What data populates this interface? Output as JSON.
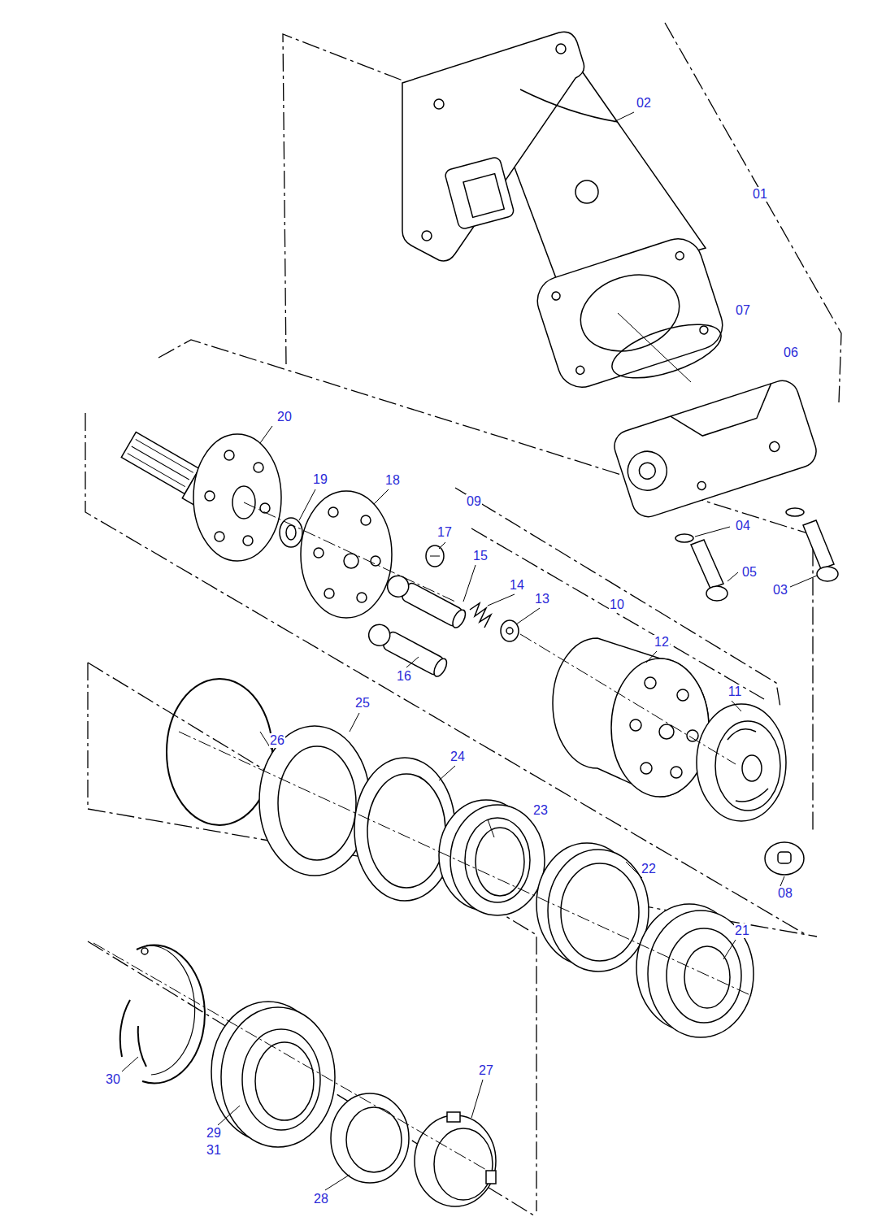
{
  "diagram": {
    "labels": [
      "02",
      "01",
      "07",
      "06",
      "20",
      "19",
      "18",
      "09",
      "17",
      "15",
      "04",
      "05",
      "03",
      "14",
      "13",
      "16",
      "10",
      "12",
      "11",
      "26",
      "25",
      "24",
      "23",
      "22",
      "21",
      "08",
      "27",
      "30",
      "29",
      "31",
      "28"
    ]
  }
}
